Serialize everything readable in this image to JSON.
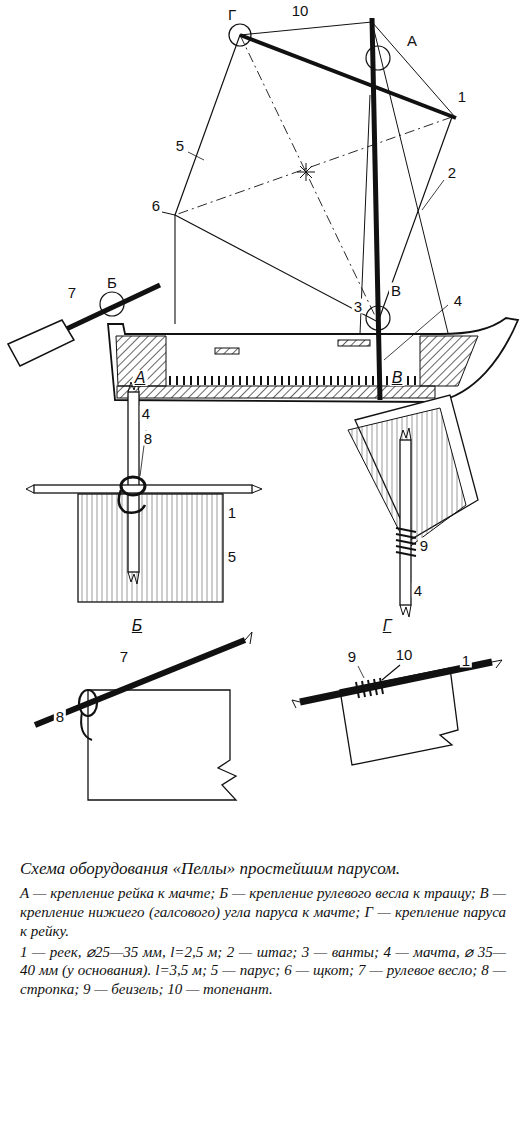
{
  "diagram": {
    "caption": "Схема оборудования «Пеллы» простейшим парусом.",
    "labels": [
      "Г",
      "10",
      "А",
      "1",
      "5",
      "2",
      "6",
      "Б",
      "7",
      "В",
      "3",
      "4",
      "А",
      "4",
      "8",
      "1",
      "5",
      "В",
      "9",
      "4",
      "Б",
      "7",
      "8",
      "Г",
      "9",
      "10",
      "1",
      "А — крепление рейка к мачте; Б — крепление рулевого весла к траицу; В — крепление нижиего (галсового) угла паруса к мачте; Г — крепление паруса к рейку.",
      "1 — реек, ⌀25—35 мм, l=2,5 м; 2 — штаг; 3 — ванты; 4 — мачта, ⌀ 35—40 мм (у основания). l=3,5 м; 5 — парус; 6 — щкот; 7 — рулевое весло; 8 — стропка; 9 — беизель; 10 — топенант."
    ]
  }
}
